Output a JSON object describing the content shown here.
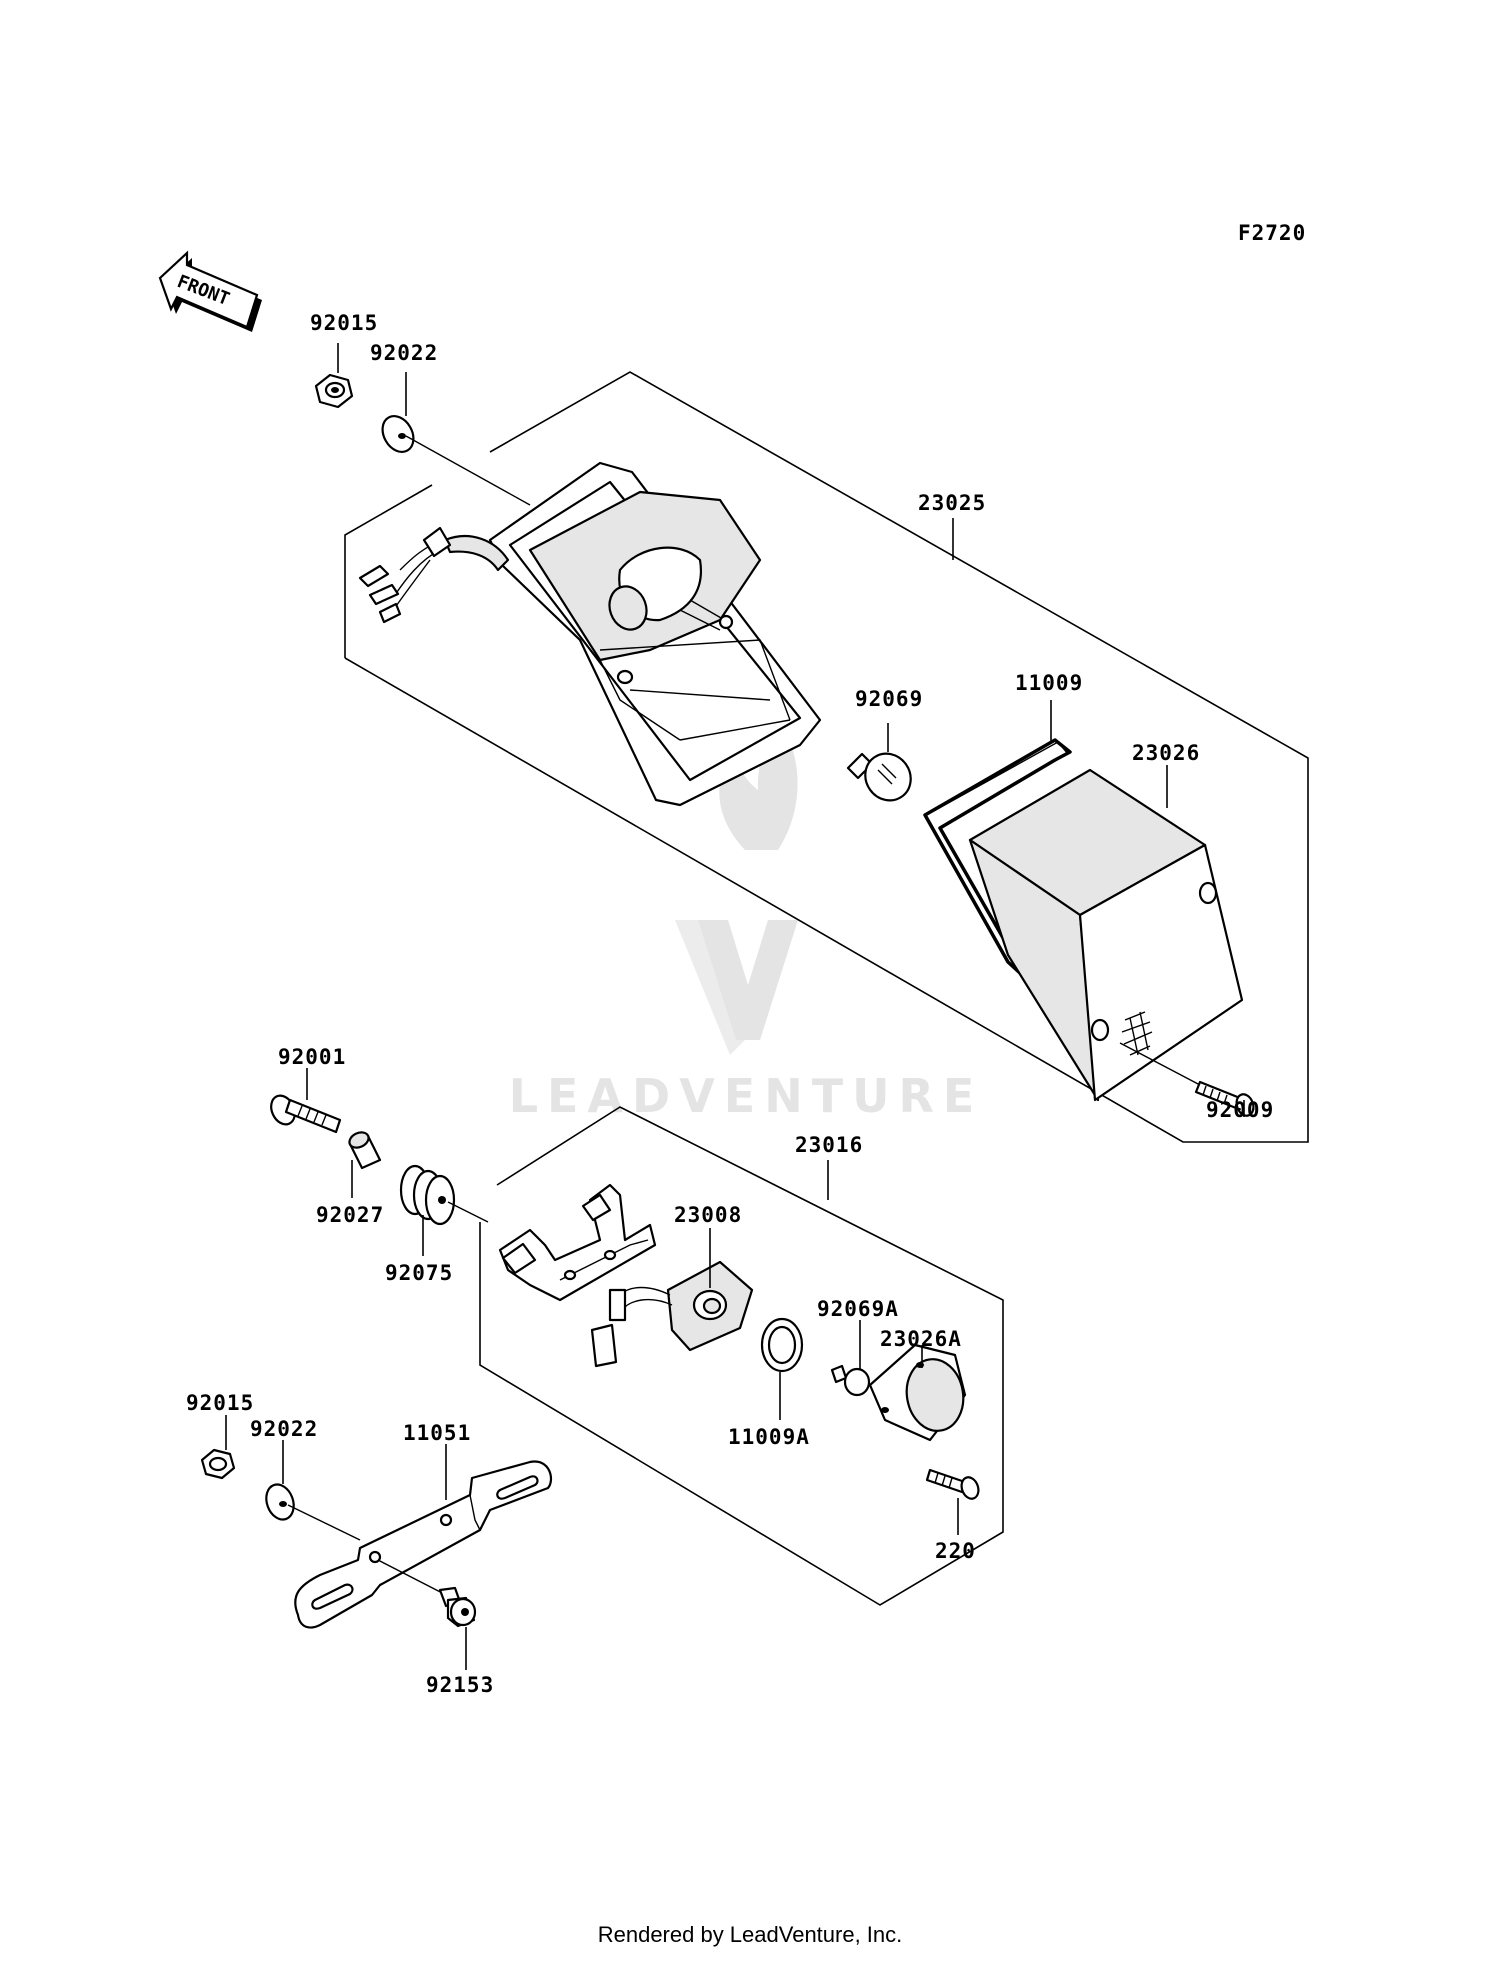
{
  "diagram_code": "F2720",
  "front_arrow_label": "FRONT",
  "watermark": "LEADVENTURE",
  "footer": "Rendered by LeadVenture, Inc.",
  "part_numbers": {
    "p92015_top": "92015",
    "p92022_top": "92022",
    "p23025": "23025",
    "p92069": "92069",
    "p11009": "11009",
    "p23026": "23026",
    "p92009": "92009",
    "p92001": "92001",
    "p92027": "92027",
    "p92075": "92075",
    "p23016": "23016",
    "p23008": "23008",
    "p92069A": "92069A",
    "p23026A": "23026A",
    "p11009A": "11009A",
    "p220": "220",
    "p92015_bottom": "92015",
    "p92022_bottom": "92022",
    "p11051": "11051",
    "p92153": "92153"
  }
}
